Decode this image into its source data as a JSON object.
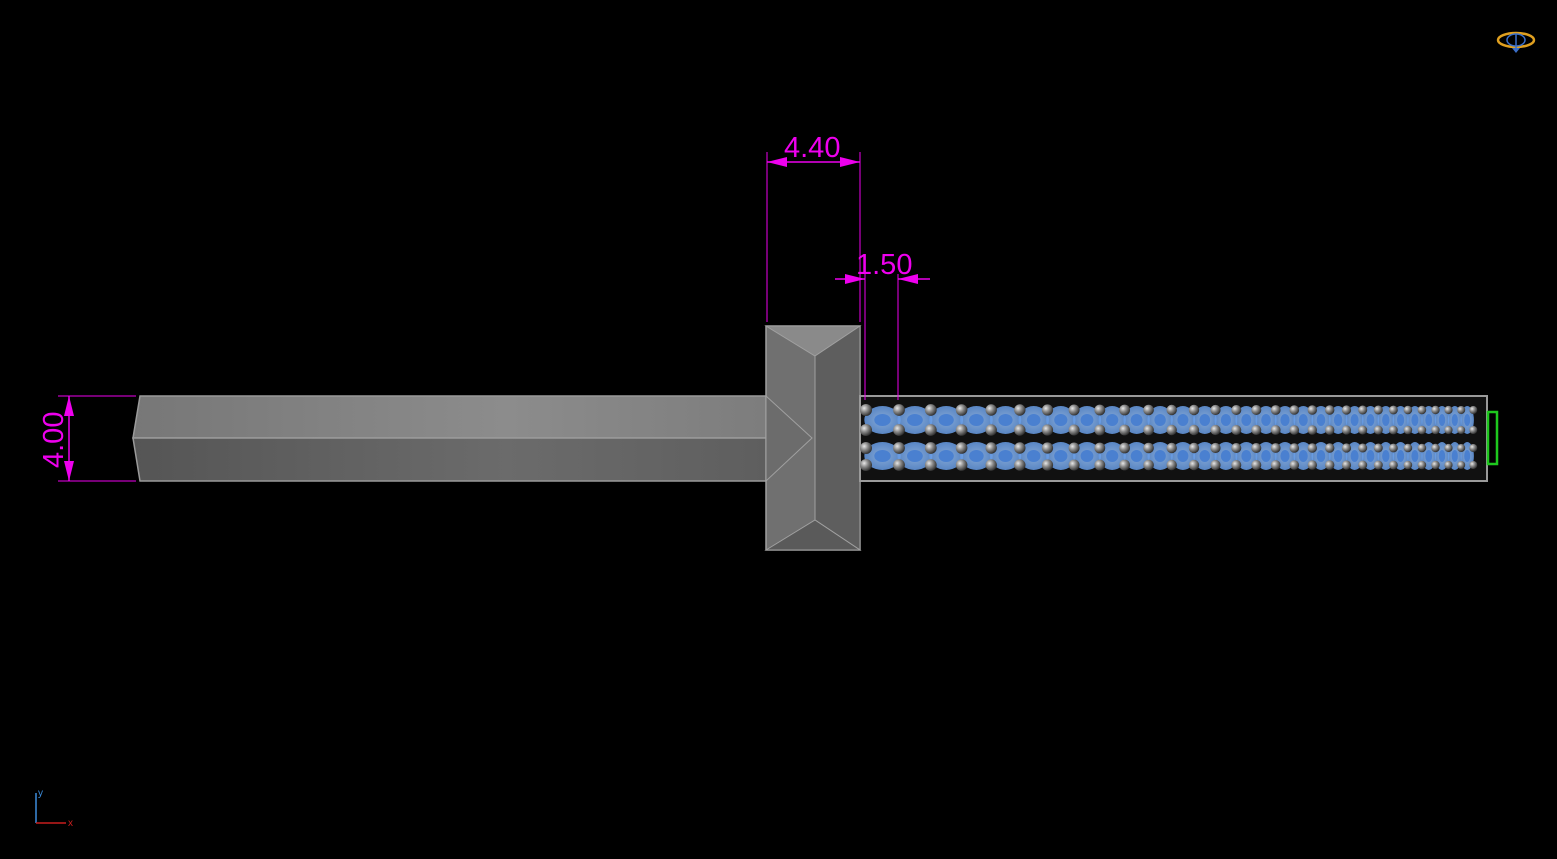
{
  "dimensions": {
    "top_width": "4.40",
    "gap": "1.50",
    "left_height": "4.00"
  },
  "axis_triad": {
    "y_label": "y",
    "x_label": "x"
  },
  "colors": {
    "background": "#000000",
    "dimension": "#ee00ee",
    "body_gray": "#7a7a7a",
    "ring_blue": "#6ea6f0",
    "atom_gray": "#8c8c8c",
    "end_marker": "#1ec81e",
    "axis_x": "#c81e1e",
    "axis_y": "#3c8cdc",
    "orientation_icon": "#e0a020"
  },
  "icons": {
    "orientation": "view-orientation-icon"
  }
}
